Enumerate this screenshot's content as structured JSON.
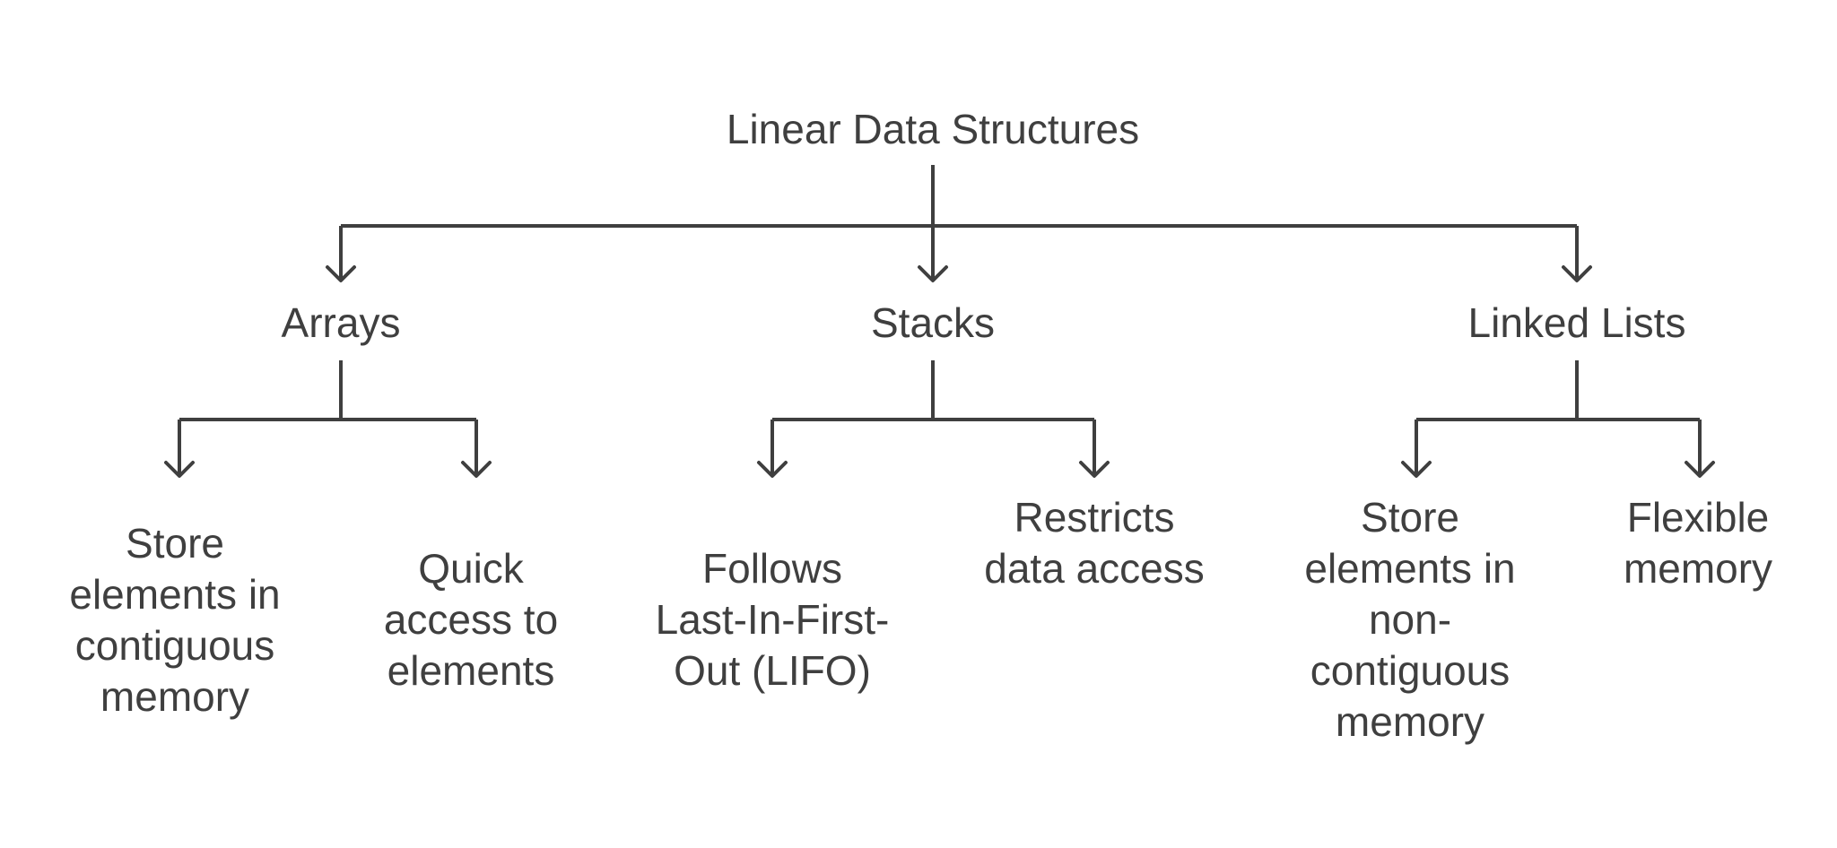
{
  "diagram": {
    "root": {
      "label": "Linear Data Structures"
    },
    "branches": [
      {
        "label": "Arrays",
        "children": [
          {
            "lines": [
              "Store",
              "elements in",
              "contiguous",
              "memory"
            ]
          },
          {
            "lines": [
              "Quick",
              "access to",
              "elements"
            ]
          }
        ]
      },
      {
        "label": "Stacks",
        "children": [
          {
            "lines": [
              "Follows",
              "Last-In-First-",
              "Out (LIFO)"
            ]
          },
          {
            "lines": [
              "Restricts",
              "data access"
            ]
          }
        ]
      },
      {
        "label": "Linked Lists",
        "children": [
          {
            "lines": [
              "Store",
              "elements in",
              "non-",
              "contiguous",
              "memory"
            ]
          },
          {
            "lines": [
              "Flexible",
              "memory"
            ]
          }
        ]
      }
    ]
  }
}
